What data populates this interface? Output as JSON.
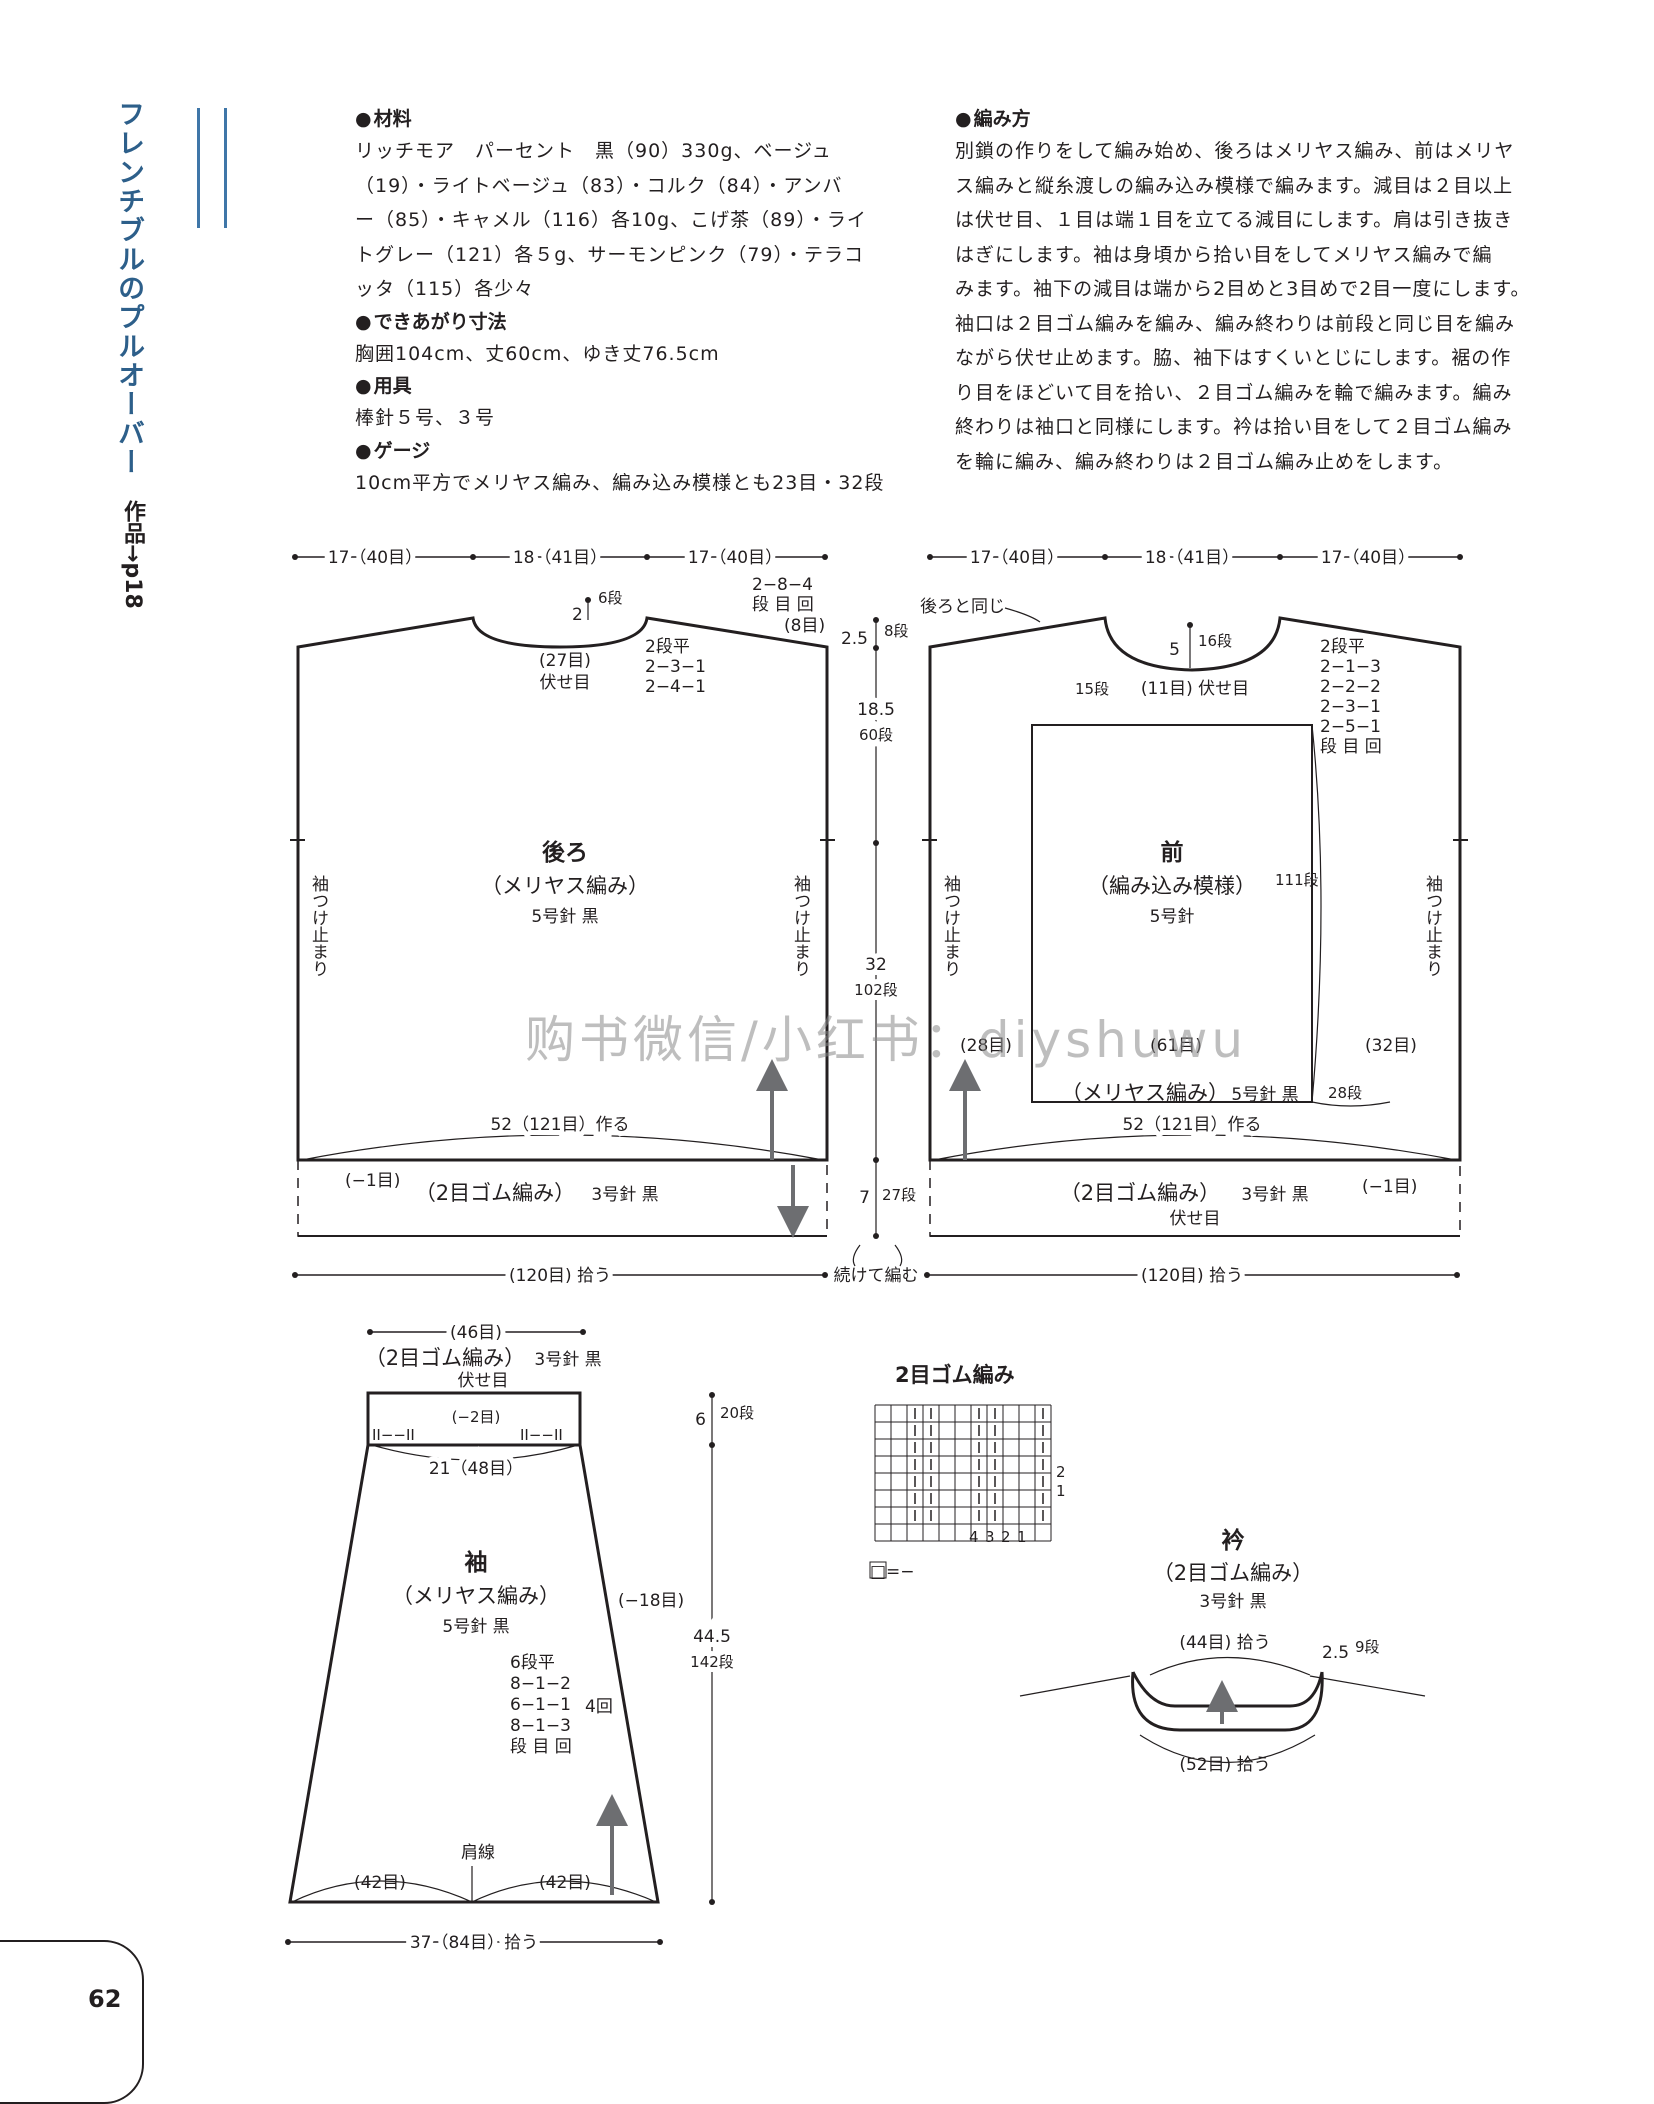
{
  "title": "フレンチブルのプルオーバー",
  "work_ref": "作品→p18",
  "materials_section": {
    "materials_heading": "材料",
    "materials_lines": [
      "リッチモア　パーセント　黒（90）330g、ベージュ",
      "（19）・ライトベージュ（83）・コルク（84）・アンバ",
      "ー（85）・キャメル（116）各10g、こげ茶（89）・ライ",
      "トグレー（121）各５g、サーモンピンク（79）・テラコ",
      "ッタ（115）各少々"
    ],
    "size_heading": "できあがり寸法",
    "size_text": "胸囲104cm、丈60cm、ゆき丈76.5cm",
    "tools_heading": "用具",
    "tools_text": "棒針５号、３号",
    "gauge_heading": "ゲージ",
    "gauge_text": "10cm平方でメリヤス編み、編み込み模様とも23目・32段"
  },
  "method_section": {
    "heading": "編み方",
    "lines": [
      "別鎖の作りをして編み始め、後ろはメリヤス編み、前はメリヤ",
      "ス編みと縦糸渡しの編み込み模様で編みます。減目は２目以上",
      "は伏せ目、１目は端１目を立てる減目にします。肩は引き抜き",
      "はぎにします。袖は身頃から拾い目をしてメリヤス編みで編",
      "みます。袖下の減目は端から2目めと3目めで2目一度にします。",
      "袖口は２目ゴム編みを編み、編み終わりは前段と同じ目を編み",
      "ながら伏せ止めます。脇、袖下はすくいとじにします。裾の作",
      "り目をほどいて目を拾い、２目ゴム編みを輪で編みます。編み",
      "終わりは袖口と同様にします。衿は拾い目をして２目ゴム編み",
      "を輪に編み、編み終わりは２目ゴム編み止めをします。"
    ]
  },
  "back": {
    "top_dims": [
      "17（40目）",
      "18（41目）",
      "17（40目）"
    ],
    "neck_depth": "2",
    "neck_rows": "6段",
    "neck_bindoff": "(27目)",
    "neck_bindoff_label": "伏せ目",
    "neck_dec": [
      "2段平",
      "2−3−1",
      "2−4−1"
    ],
    "shoulder_dec": [
      "2−8−4",
      "段 目 回",
      "(8目)"
    ],
    "name": "後ろ",
    "stitch": "（メリヤス編み）",
    "needle": "5号針  黒",
    "sleeve_mark": "袖つけ止まり",
    "cast_on": "52（121目）作る",
    "ribbing_dec": "(−1目)",
    "ribbing_label": "（2目ゴム編み）",
    "ribbing_needle": "3号針 黒",
    "pickup": "(120目) 拾う"
  },
  "middle": {
    "shoulder": "2.5",
    "shoulder_rows": "8段",
    "armhole": "18.5",
    "armhole_rows": "60段",
    "body": "32",
    "body_rows": "102段",
    "ribbing": "7",
    "ribbing_rows": "27段",
    "continue": "続けて編む"
  },
  "front": {
    "top_dims": [
      "17（40目）",
      "18（41目）",
      "17（40目）"
    ],
    "same_as_back": "後ろと同じ",
    "neck_depth": "5",
    "neck_rows": "16段",
    "neck_bindoff": "(11目) 伏せ目",
    "neck_dec": [
      "2段平",
      "2−1−3",
      "2−2−2",
      "2−3−1",
      "2−5−1",
      "段 目 回"
    ],
    "pattern_top_rows": "15段",
    "pattern_rows": "111段",
    "name": "前",
    "stitch": "（編み込み模様）",
    "needle": "5号針",
    "sleeve_mark": "袖つけ止まり",
    "pattern_left": "(28目)",
    "pattern_mid": "(61目)",
    "pattern_right": "(32目)",
    "lower_label": "（メリヤス編み）",
    "lower_needle": "5号針 黒",
    "lower_rows": "28段",
    "cast_on": "52（121目）作る",
    "ribbing_dec": "(−1目)",
    "ribbing_label": "（2目ゴム編み）",
    "ribbing_needle": "3号針 黒",
    "bindoff": "伏せ目",
    "pickup": "(120目) 拾う"
  },
  "sleeve": {
    "top_width": "(46目)",
    "cuff_label": "（2目ゴム編み）",
    "cuff_needle": "3号針 黒",
    "cuff_bindoff": "伏せ目",
    "cuff_dec": "(−2目)",
    "cuff_marks": "II−−II",
    "cuff_width": "21（48目）",
    "cuff_height": "6",
    "cuff_rows": "20段",
    "name": "袖",
    "stitch": "（メリヤス編み）",
    "needle": "5号針  黒",
    "side_dec": "(−18目)",
    "dec_rules": [
      "6段平",
      "8−1−2",
      "6−1−1",
      "8−1−3",
      "段 目 回"
    ],
    "dec_repeat": "4回",
    "length": "44.5",
    "length_rows": "142段",
    "shoulder_line": "肩線",
    "bottom_left": "(42目)",
    "bottom_right": "(42目)",
    "pickup": "37（84目）拾う"
  },
  "rib_chart": {
    "title": "2目ゴム編み",
    "row_labels": [
      "2",
      "1"
    ],
    "col_labels": [
      "4",
      "3",
      "2",
      "1"
    ],
    "legend": "□=−"
  },
  "collar": {
    "name": "衿",
    "stitch": "（2目ゴム編み）",
    "needle": "3号針  黒",
    "pickup_front": "(44目) 拾う",
    "height": "2.5",
    "rows": "9段",
    "pickup_back": "(52目) 拾う"
  },
  "watermark": "购书微信/小红书：diyshuwu",
  "page_number": "62"
}
